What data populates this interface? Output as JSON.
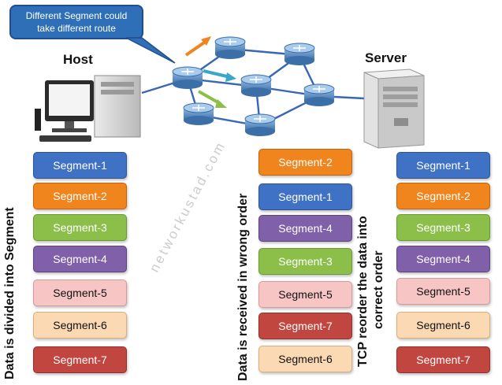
{
  "callout": "Different Segment could take different route",
  "host_label": "Host",
  "server_label": "Server",
  "watermark": "networkustad.com",
  "columns": {
    "host": {
      "caption": "Data is divided into Segment",
      "segments": [
        {
          "label": "Segment-1",
          "fill": "#3f72c4",
          "border": "#2b5597",
          "text": "#ffffff"
        },
        {
          "label": "Segment-2",
          "fill": "#f0841d",
          "border": "#c2630d",
          "text": "#ffffff"
        },
        {
          "label": "Segment-3",
          "fill": "#8cbf4a",
          "border": "#6a9a33",
          "text": "#ffffff"
        },
        {
          "label": "Segment-4",
          "fill": "#8060a8",
          "border": "#5e447f",
          "text": "#ffffff"
        },
        {
          "label": "Segment-5",
          "fill": "#f8c5c5",
          "border": "#d69a9a",
          "text": "#111111"
        },
        {
          "label": "Segment-6",
          "fill": "#fbd9b3",
          "border": "#d8ae7e",
          "text": "#111111"
        },
        {
          "label": "Segment-7",
          "fill": "#c0463f",
          "border": "#92302b",
          "text": "#ffffff"
        }
      ]
    },
    "received": {
      "caption": "Data is received in wrong order",
      "segments": [
        {
          "label": "Segment-2",
          "fill": "#f0841d",
          "border": "#c2630d",
          "text": "#ffffff"
        },
        {
          "label": "Segment-1",
          "fill": "#3f72c4",
          "border": "#2b5597",
          "text": "#ffffff"
        },
        {
          "label": "Segment-4",
          "fill": "#8060a8",
          "border": "#5e447f",
          "text": "#ffffff"
        },
        {
          "label": "Segment-3",
          "fill": "#8cbf4a",
          "border": "#6a9a33",
          "text": "#ffffff"
        },
        {
          "label": "Segment-5",
          "fill": "#f8c5c5",
          "border": "#d69a9a",
          "text": "#111111"
        },
        {
          "label": "Segment-7",
          "fill": "#c0463f",
          "border": "#92302b",
          "text": "#ffffff"
        },
        {
          "label": "Segment-6",
          "fill": "#fbd9b3",
          "border": "#d8ae7e",
          "text": "#111111"
        }
      ]
    },
    "reordered": {
      "caption_line1": "TCP reorder the data into",
      "caption_line2": "correct order",
      "segments": [
        {
          "label": "Segment-1",
          "fill": "#3f72c4",
          "border": "#2b5597",
          "text": "#ffffff"
        },
        {
          "label": "Segment-2",
          "fill": "#f0841d",
          "border": "#c2630d",
          "text": "#ffffff"
        },
        {
          "label": "Segment-3",
          "fill": "#8cbf4a",
          "border": "#6a9a33",
          "text": "#ffffff"
        },
        {
          "label": "Segment-4",
          "fill": "#8060a8",
          "border": "#5e447f",
          "text": "#ffffff"
        },
        {
          "label": "Segment-5",
          "fill": "#f8c5c5",
          "border": "#d69a9a",
          "text": "#111111"
        },
        {
          "label": "Segment-6",
          "fill": "#fbd9b3",
          "border": "#d8ae7e",
          "text": "#111111"
        },
        {
          "label": "Segment-7",
          "fill": "#c0463f",
          "border": "#92302b",
          "text": "#ffffff"
        }
      ]
    }
  },
  "icons": [
    "host-computer-icon",
    "server-icon",
    "router-icon",
    "route-arrow-icon"
  ],
  "colors": {
    "link": "#3a66b5",
    "callout": "#2f6fb8"
  }
}
